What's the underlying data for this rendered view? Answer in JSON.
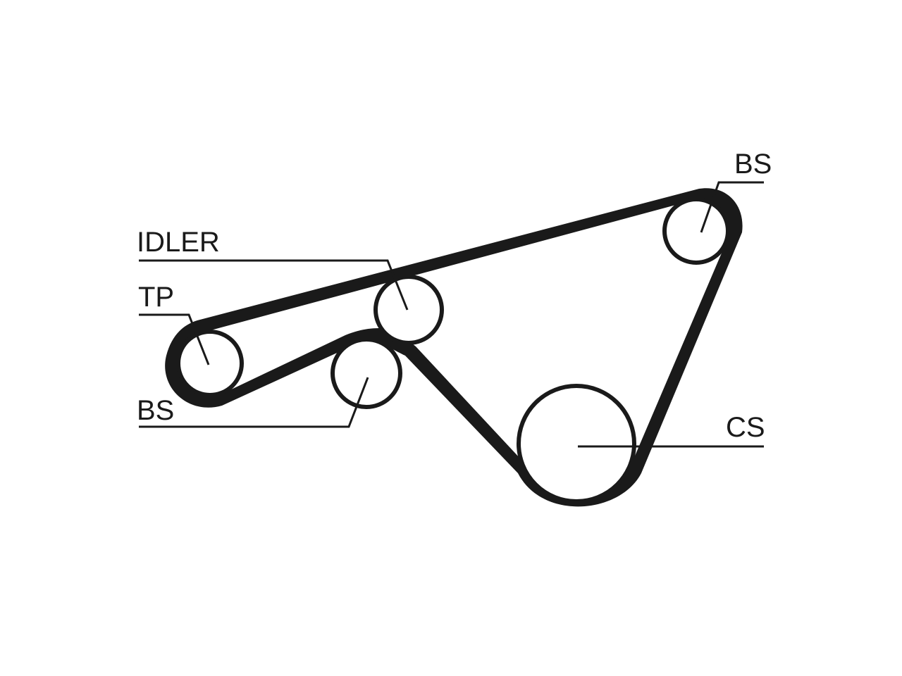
{
  "labels": {
    "bs_top": "BS",
    "idler": "IDLER",
    "tp": "TP",
    "bs_bottom": "BS",
    "cs": "CS"
  },
  "colors": {
    "ink": "#1a1a1a",
    "background": "#ffffff"
  }
}
